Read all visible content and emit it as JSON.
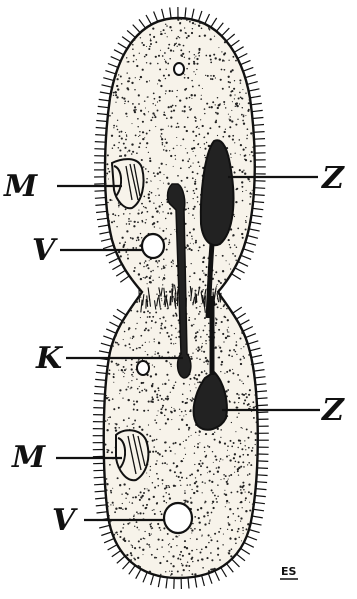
{
  "labels": {
    "m1": "M",
    "v1": "V",
    "k": "K",
    "m2": "M",
    "v2": "V",
    "z1": "Z",
    "z2": "Z"
  },
  "signature": "ES",
  "colors": {
    "ink": "#111111",
    "body_fill": "#f7f3ea"
  }
}
